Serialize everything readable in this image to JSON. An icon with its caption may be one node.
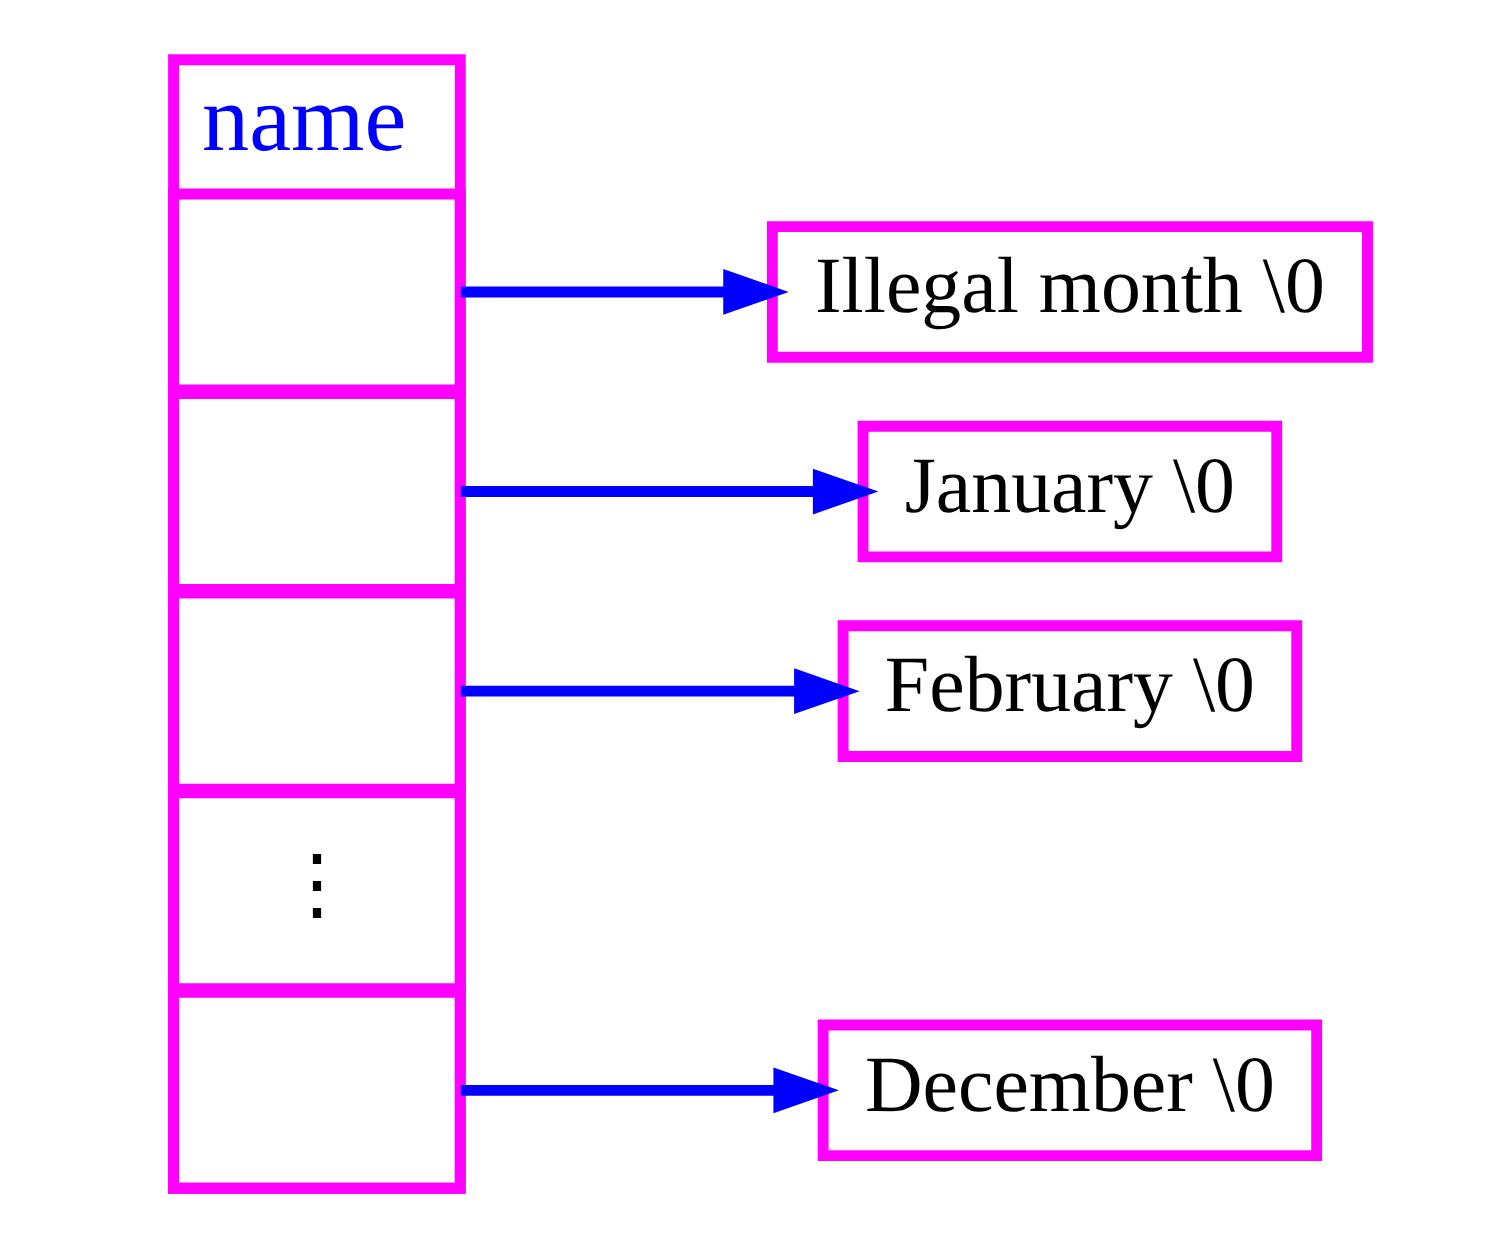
{
  "diagram": {
    "nodes": [
      {
        "text": [
          "name"
        ]
      },
      {
        "text": [],
        "shape": "box",
        "in": 0
      },
      {
        "text": [],
        "shape": "box",
        "in": 0
      },
      {
        "text": [],
        "shape": "box",
        "in": 0
      },
      {
        "text": [
          "⋮"
        ],
        "in": 0
      },
      {
        "text": [],
        "shape": "box",
        "in": 0
      },
      {
        "text": [
          "Illegal month \\0"
        ]
      },
      {
        "text": [
          "January \\0"
        ]
      },
      {
        "text": [
          "February \\0"
        ]
      },
      {
        "text": [
          "December \\0"
        ]
      }
    ],
    "edges": [
      {
        "from": 1,
        "to": 6,
        "arrow": "to"
      },
      {
        "from": 2,
        "to": 7,
        "arrow": "to"
      },
      {
        "from": 3,
        "to": 8,
        "arrow": "to"
      },
      {
        "from": 5,
        "to": 9,
        "arrow": "to"
      }
    ]
  }
}
